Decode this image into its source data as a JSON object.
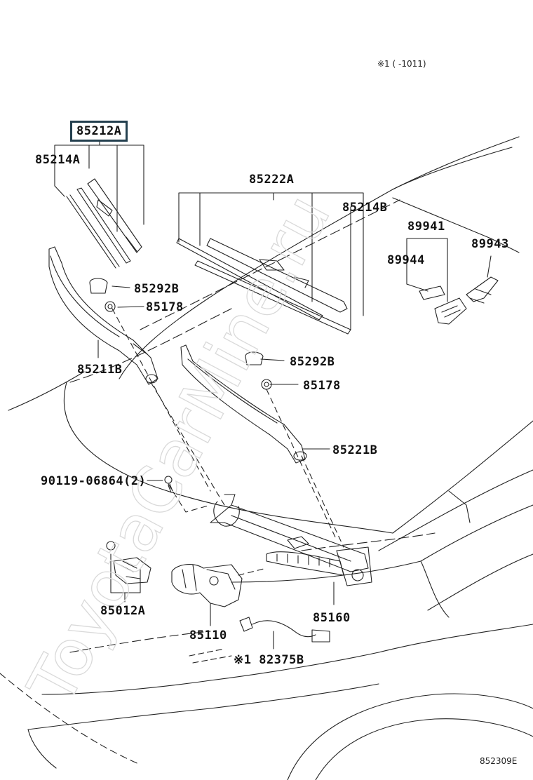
{
  "header_note": "※1 (       -1011)",
  "watermark": "ToyotaCarMine.ru",
  "diagram_code": "852309E",
  "labels": {
    "p85212A": "85212A",
    "p85214A": "85214A",
    "p85222A": "85222A",
    "p85214B": "85214B",
    "p89941": "89941",
    "p89943": "89943",
    "p89944": "89944",
    "p85292B_a": "85292B",
    "p85178_a": "85178",
    "p85211B": "85211B",
    "p85292B_b": "85292B",
    "p85178_b": "85178",
    "p85221B": "85221B",
    "p90119": "90119-06864(2)",
    "p85012A": "85012A",
    "p85160": "85160",
    "p85110": "85110",
    "p82375B": "※1 82375B"
  }
}
